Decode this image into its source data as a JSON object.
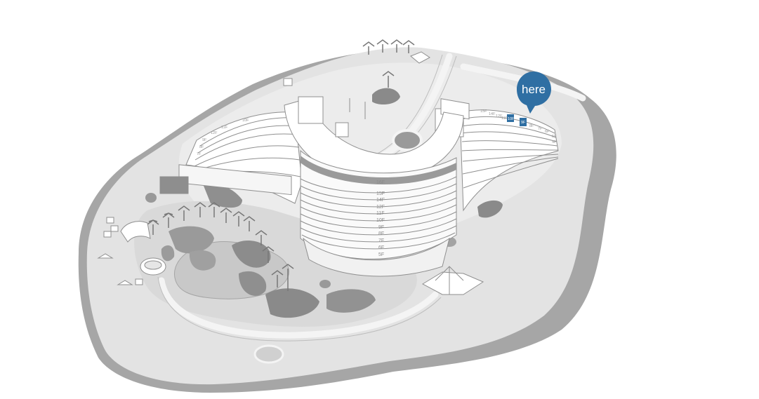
{
  "marker": {
    "label": "here",
    "color": "#2f6fa3"
  },
  "tower": {
    "floors": [
      "16F",
      "15F",
      "14F",
      "12F",
      "11F",
      "10F",
      "9F",
      "8F",
      "7F",
      "6F",
      "5F"
    ]
  },
  "right_wing": {
    "floors": [
      "15F",
      "14F",
      "12F",
      "11F",
      "10F",
      "9F",
      "8F",
      "7F",
      "6F",
      "5F",
      "4F"
    ],
    "highlighted": [
      "10F",
      "9F"
    ]
  },
  "left_wing": {
    "floors": [
      "10F",
      "11F",
      "12F",
      "9F",
      "8F",
      "7F"
    ]
  },
  "colors": {
    "island": "#e4e4e4",
    "island_shadow": "#a8a8a8",
    "garden": "#cfcfcf",
    "rock": "#8e8e8e",
    "building": "#ffffff",
    "outline": "#8f8f8f",
    "highlight": "#2f6fa3"
  }
}
